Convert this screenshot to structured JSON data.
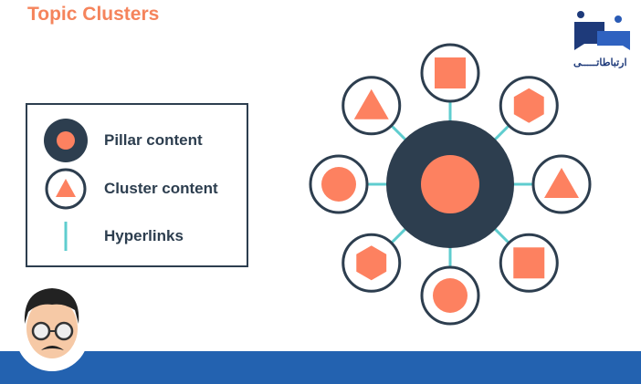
{
  "title": "Topic Clusters",
  "legend": {
    "pillar": "Pillar content",
    "cluster": "Cluster content",
    "hyperlinks": "Hyperlinks"
  },
  "logo": {
    "text": "ارتباطاتـــــی"
  },
  "colors": {
    "dark": "#2d3e4f",
    "orange": "#fd8160",
    "teal": "#5fcdcf",
    "blue": "#2362b0"
  },
  "satellites": [
    "square",
    "hexagon",
    "triangle",
    "square",
    "circle",
    "hexagon",
    "circle",
    "triangle"
  ]
}
